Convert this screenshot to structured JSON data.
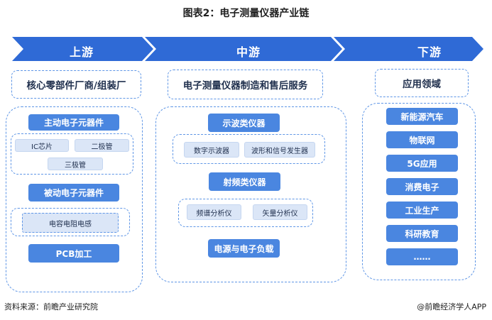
{
  "title": "图表2：电子测量仪器产业链",
  "stages": {
    "upstream": "上游",
    "midstream": "中游",
    "downstream": "下游"
  },
  "headers": {
    "upstream": "核心零部件厂商/组装厂",
    "midstream": "电子测量仪器制造和售后服务",
    "downstream": "应用领域"
  },
  "upstream": {
    "active": "主动电子元器件",
    "active_items": [
      "IC芯片",
      "二极管",
      "三极管"
    ],
    "passive": "被动电子元器件",
    "passive_items": [
      "电容电阻电感"
    ],
    "pcb": "PCB加工"
  },
  "midstream": {
    "oscilloscope": "示波类仪器",
    "oscilloscope_items": [
      "数字示波器",
      "波形和信号发生器"
    ],
    "rf": "射频类仪器",
    "rf_items": [
      "频谱分析仪",
      "矢量分析仪"
    ],
    "power": "电源与电子负载"
  },
  "downstream": {
    "items": [
      "新能源汽车",
      "物联网",
      "5G应用",
      "消费电子",
      "工业生产",
      "科研教育",
      "……"
    ]
  },
  "footer": {
    "source": "资料来源：前瞻产业研究院",
    "brand": "@前瞻经济学人APP"
  },
  "colors": {
    "chevron": "#2f6ad6",
    "button": "#4a86e0",
    "chip": "#dbe6f7",
    "dash": "#5f96e6"
  }
}
